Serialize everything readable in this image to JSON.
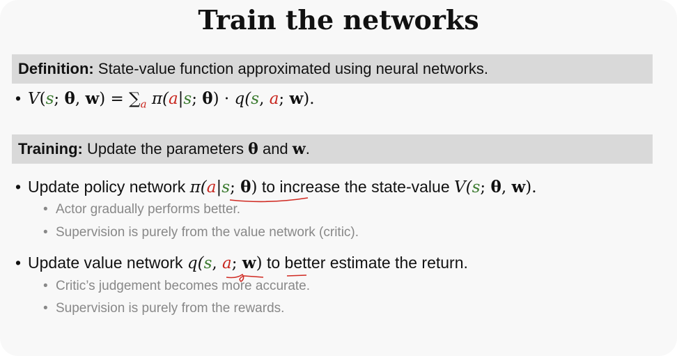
{
  "title": "Train the networks",
  "definition": {
    "label": "Definition:",
    "text": "State-value function approximated using neural networks."
  },
  "formula": {
    "bullet": "•",
    "lhs_V": "V",
    "lhs_open": "(",
    "lhs_s": "s",
    "lhs_sep1": "; ",
    "lhs_theta": "θ",
    "lhs_sep2": ", ",
    "lhs_w": "w",
    "lhs_close": ")",
    "eq": " = ",
    "sum": "∑",
    "sum_sub": "a",
    "pi": " π(",
    "pi_a": "a",
    "pi_bar": "|",
    "pi_s": "s",
    "pi_sep": "; ",
    "pi_theta": "θ",
    "pi_close": ")",
    "dot": " · ",
    "q": "q(",
    "q_s": "s",
    "q_c": ", ",
    "q_a": "a",
    "q_sep": "; ",
    "q_w": "w",
    "q_close": ")."
  },
  "training": {
    "label": "Training:",
    "text_pre": "Update the parameters ",
    "theta": "θ",
    "and": " and ",
    "w": "w",
    "end": "."
  },
  "policy": {
    "bullet": "•",
    "pre": "Update policy network ",
    "pi": "π(",
    "a": "a",
    "bar": "|",
    "s": "s",
    "sep": "; ",
    "theta": "θ",
    "close": ")",
    "mid": " to increase the state-value ",
    "V": "V(",
    "Vs": "s",
    "Vsep": "; ",
    "Vtheta": "θ",
    "Vc": ", ",
    "Vw": "w",
    "Vclose": ").",
    "sub1": "Actor gradually performs better.",
    "sub2": "Supervision is purely from the value network (critic)."
  },
  "value": {
    "bullet": "•",
    "pre": "Update value network ",
    "q": "q(",
    "s": "s",
    "c": ", ",
    "a": "a",
    "sep": "; ",
    "w": "w",
    "close": ")",
    "post": " to better estimate the return.",
    "sub1": "Critic’s judgement becomes more accurate.",
    "sub2": "Supervision is purely from the rewards."
  },
  "sub_bullet": "•",
  "colors": {
    "state": "#3a7a2e",
    "action": "#c8261e",
    "ink": "#d02a22"
  }
}
